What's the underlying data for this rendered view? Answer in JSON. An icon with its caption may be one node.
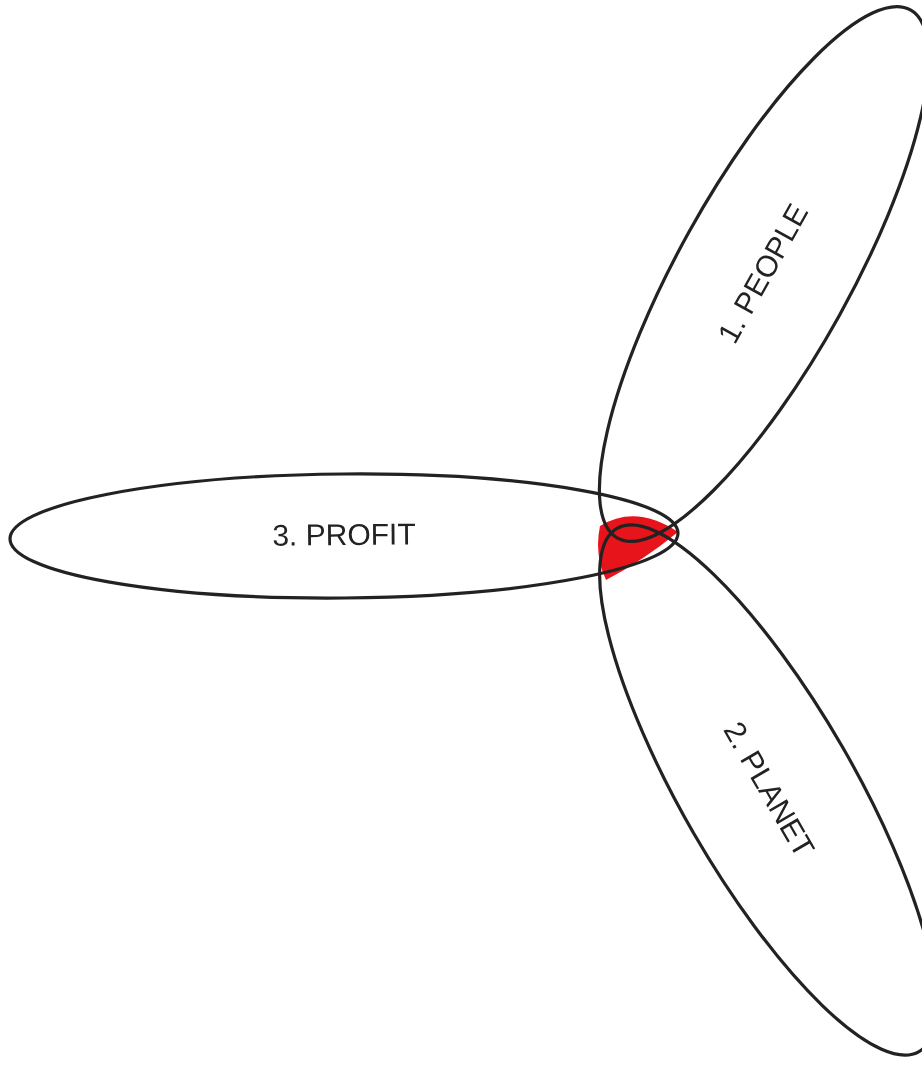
{
  "diagram": {
    "nodes": [
      {
        "text": [
          "1. PEOPLE"
        ]
      },
      {
        "text": [
          "3. PROFIT"
        ]
      },
      {
        "text": [
          "2. PLANET"
        ]
      }
    ]
  }
}
